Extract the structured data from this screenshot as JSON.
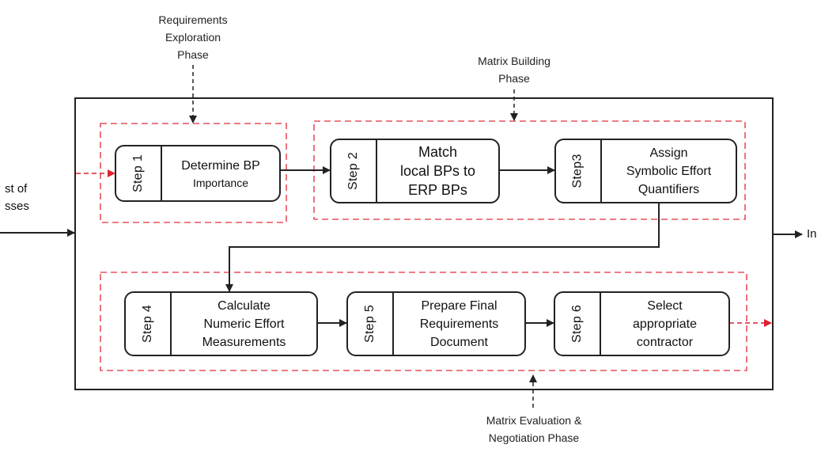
{
  "phases": {
    "exploration": [
      "Requirements",
      "Exploration",
      "Phase"
    ],
    "building": [
      "Matrix Building",
      "Phase"
    ],
    "evaluation": [
      "Matrix Evaluation &",
      "Negotiation Phase"
    ]
  },
  "input_label": [
    "st of",
    "sses"
  ],
  "output_label": "In",
  "steps": [
    {
      "tab": "Step 1",
      "lines": [
        "Determine BP",
        "Importance"
      ]
    },
    {
      "tab": "Step 2",
      "lines": [
        "Match",
        "local BPs to",
        "ERP BPs"
      ]
    },
    {
      "tab": "Step3",
      "lines": [
        "Assign",
        "Symbolic Effort",
        "Quantifiers"
      ]
    },
    {
      "tab": "Step 4",
      "lines": [
        "Calculate",
        "Numeric Effort",
        "Measurements"
      ]
    },
    {
      "tab": "Step 5",
      "lines": [
        "Prepare Final",
        "Requirements",
        "Document"
      ]
    },
    {
      "tab": "Step 6",
      "lines": [
        "Select",
        "appropriate",
        "contractor"
      ]
    }
  ],
  "colors": {
    "line": "#222222",
    "phase_border": "#e8505b",
    "arrow_red": "#e02030"
  }
}
